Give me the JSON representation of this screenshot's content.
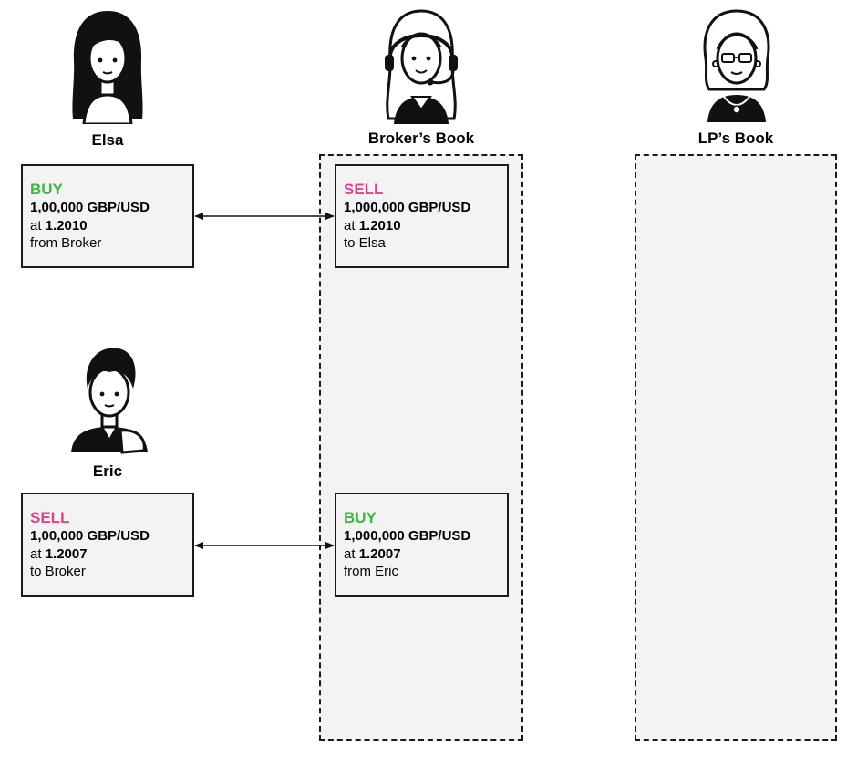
{
  "people": {
    "elsa": {
      "name": "Elsa",
      "icon": "woman-avatar-icon"
    },
    "eric": {
      "name": "Eric",
      "icon": "man-avatar-icon"
    },
    "broker": {
      "icon": "headset-woman-avatar-icon"
    },
    "lp": {
      "icon": "older-woman-glasses-avatar-icon"
    }
  },
  "books": {
    "broker": {
      "label": "Broker’s Book"
    },
    "lp": {
      "label": "LP’s Book"
    }
  },
  "colors": {
    "buy": "#3cb83c",
    "sell": "#e83e8c"
  },
  "trades": {
    "elsa": {
      "side": "BUY",
      "qty": "1,00,000 GBP/USD",
      "at": "at",
      "rate": "1.2010",
      "cp": "from Broker"
    },
    "broker_sell": {
      "side": "SELL",
      "qty": "1,000,000 GBP/USD",
      "at": "at",
      "rate": "1.2010",
      "cp": "to Elsa"
    },
    "eric": {
      "side": "SELL",
      "qty": "1,00,000 GBP/USD",
      "at": "at",
      "rate": "1.2007",
      "cp": "to Broker"
    },
    "broker_buy": {
      "side": "BUY",
      "qty": "1,000,000 GBP/USD",
      "at": "at",
      "rate": "1.2007",
      "cp": "from Eric"
    }
  }
}
